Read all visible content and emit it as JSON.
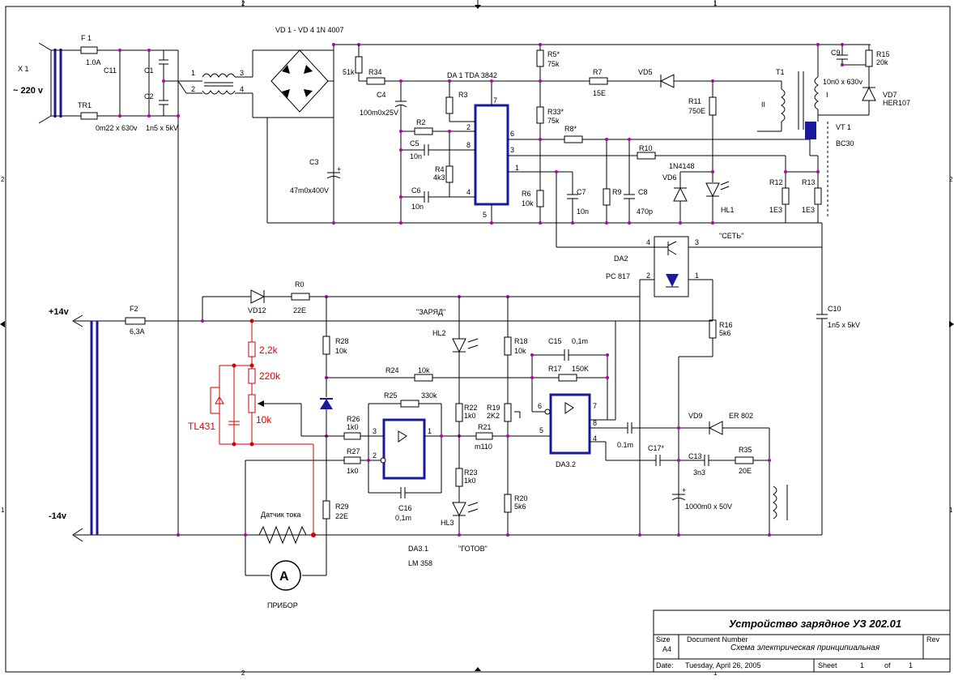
{
  "title_block": {
    "title": "Устройство зарядное УЗ 202.01",
    "size_label": "Size",
    "size_value": "A4",
    "doc_label": "Document Number",
    "doc_value": "Схема электрическая принципиальная",
    "rev_label": "Rev",
    "date_label": "Date:",
    "date_value": "Tuesday, April 26, 2005",
    "sheet_label": "Sheet",
    "sheet_value": "1",
    "of_label": "of",
    "of_value": "1"
  },
  "frame": {
    "top_marks": [
      "2",
      "1"
    ],
    "bottom_marks": [
      "2",
      "1"
    ],
    "side_marks": [
      "2",
      "1"
    ]
  },
  "mains": {
    "connector": "X 1",
    "voltage": "~ 220 v",
    "fuse": "F 1",
    "fuse_val": "1.0A",
    "tr": "TR1",
    "tr_val": "0m22 x 630v",
    "c11": "C11",
    "c1": "C1",
    "c2": "C2",
    "c2_val": "1n5 x 5kV",
    "choke_pins": [
      "1",
      "3",
      "2",
      "4"
    ],
    "bridge": "VD 1 - VD 4   1N 4007",
    "c3": "C3",
    "c3_val": "47m0x400V"
  },
  "controller": {
    "r_51k": "51k",
    "r34": "R34",
    "c4": "C4",
    "c4_val": "100m0x25V",
    "da1": "DA 1   TDA 3842",
    "r3": "R3",
    "r2": "R2",
    "c5": "C5",
    "c5_val": "10n",
    "r4": "R4",
    "r4_val": "4k3",
    "c6": "C6",
    "c6_val": "10n",
    "pins": [
      "7",
      "2",
      "8",
      "6",
      "3",
      "1",
      "4",
      "5"
    ],
    "r5": "R5*",
    "r5_val": "75k",
    "r33": "R33*",
    "r33_val": "75k",
    "r6": "R6",
    "r6_val": "10k",
    "c7": "C7",
    "c7_val": "10n",
    "r7": "R7",
    "r7_val": "15E",
    "r8": "R8*",
    "r9": "R9",
    "c8": "C8",
    "c8_val": "470p",
    "r10": "R10",
    "d1n": "1N4148",
    "vd5": "VD5",
    "r11": "R11",
    "r11_val": "750E",
    "vd6": "VD6",
    "hl1": "HL1",
    "set_label": "\"СЕТЬ\""
  },
  "transformer": {
    "t1": "T1",
    "winding": "II",
    "winding1": "I",
    "c9": "C9",
    "c9_val": "10n0 x 630v",
    "r15": "R15",
    "r15_val": "20k",
    "vd7": "VD7",
    "vd7_val": "HER107",
    "vt1": "VT 1",
    "vt1_val": "BC30",
    "r12": "R12",
    "r12_val": "1E3",
    "r13": "R13",
    "r13_val": "1E3"
  },
  "opto": {
    "da2": "DA2",
    "da2_val": "PC 817",
    "pins": [
      "4",
      "3",
      "2",
      "1"
    ],
    "r16": "R16",
    "r16_val": "5k6",
    "c10": "C10",
    "c10_val": "1n5 x 5kV"
  },
  "output": {
    "plus": "+14v",
    "minus": "-14v",
    "f2": "F2",
    "f2_val": "6,3A",
    "vd12": "VD12",
    "r0": "R0",
    "r0_val": "22E",
    "charge": "\"ЗАРЯД\"",
    "hl2": "HL2",
    "r18": "R18",
    "r18_val": "10k",
    "c15": "C15",
    "c15_val": "0,1m",
    "r17": "R17",
    "r17_val": "150K",
    "r28": "R28",
    "r28_val": "10k",
    "r24": "R24",
    "r24_val": "10k",
    "r25": "R25",
    "r25_val": "330k",
    "r26": "R26",
    "r26_val": "1k0",
    "r27": "R27",
    "r27_val": "1k0",
    "r22": "R22",
    "r22_val": "1k0",
    "r19": "R19",
    "r19_val": "2K2",
    "r21": "R21",
    "r21_val": "m110",
    "r23": "R23",
    "r23_val": "1k0",
    "c16": "C16",
    "c16_val": "0,1m",
    "hl3": "HL3",
    "ready": "\"ГОТОВ\"",
    "r20": "R20",
    "r20_val": "5k6",
    "r29": "R29",
    "r29_val": "22E",
    "da31": "DA3.1",
    "da31_val": "LM 358",
    "da32": "DA3.2",
    "opamp_pins": [
      "3",
      "2",
      "1",
      "6",
      "7",
      "8",
      "5",
      "4"
    ],
    "c_01m": "0.1m",
    "vd9": "VD9",
    "er802": "ER 802",
    "c17": "C17*",
    "c13": "C13",
    "c13_val": "3n3",
    "r35": "R35",
    "r35_val": "20E",
    "c_big": "1000m0 x 50V",
    "sensor": "Датчик тока",
    "meter": "A",
    "meter_label": "ПРИБОР",
    "red_2k2": "2,2k",
    "red_220k": "220k",
    "red_10k": "10k",
    "red_tl431": "TL431"
  }
}
